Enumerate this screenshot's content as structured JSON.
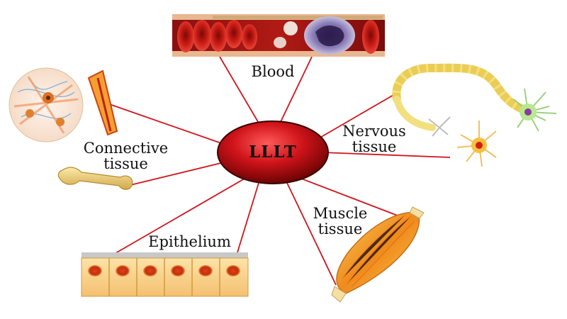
{
  "center": {
    "label": "LLLT"
  },
  "nodes": {
    "blood": {
      "label": "Blood"
    },
    "nervous": {
      "line1": "Nervous",
      "line2": "tissue"
    },
    "muscle": {
      "line1": "Muscle",
      "line2": "tissue"
    },
    "epithelium": {
      "label": "Epithelium"
    },
    "connective": {
      "line1": "Connective",
      "line2": "tissue"
    }
  },
  "colors": {
    "connector": "#d0141c",
    "hub_fill": "#c8141a",
    "hub_stroke": "#3a0000"
  }
}
